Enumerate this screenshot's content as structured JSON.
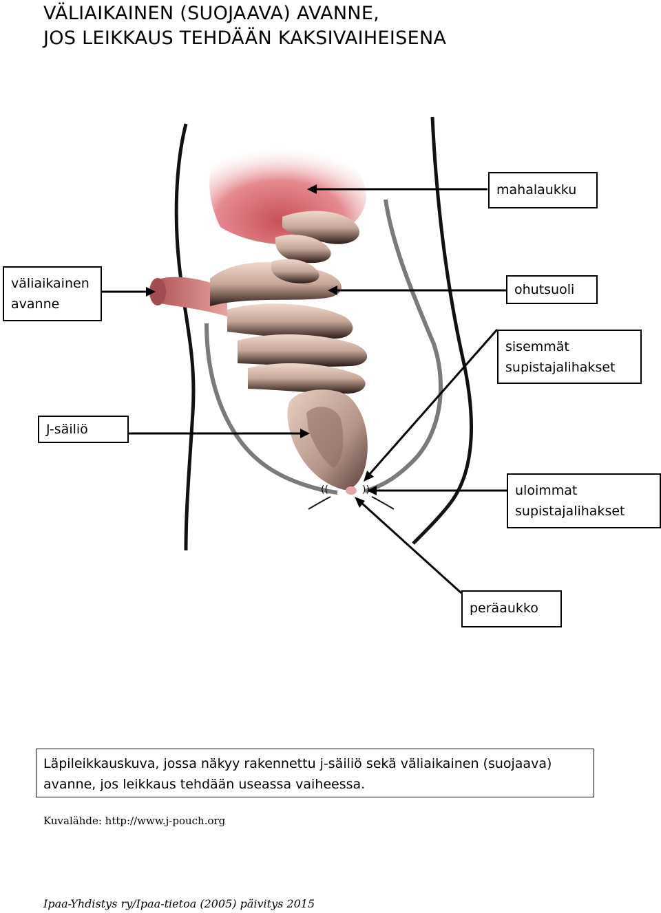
{
  "title": {
    "line1": "VÄLIAIKAINEN (SUOJAAVA) AVANNE,",
    "line2": "JOS LEIKKAUS TEHDÄÄN KAKSIVAIHEISENA"
  },
  "labels": {
    "mahalaukku": "mahalaukku",
    "valiaikainen_avanne": [
      "väliaikainen",
      "avanne"
    ],
    "ohutsuoli": "ohutsuoli",
    "sisemmat": [
      "sisemmät",
      "supistajalihakset"
    ],
    "j_sailio": "J-säiliö",
    "uloimmat": [
      "uloimmat",
      "supistajalihakset"
    ],
    "peraaukko": "peräaukko"
  },
  "sphincter_marks": {
    "left": "((",
    "right": "))"
  },
  "caption": [
    "Läpileikkauskuva, jossa näkyy rakennettu j-säiliö sekä väliaikainen (suojaava)",
    "avanne, jos leikkaus tehdään useassa vaiheessa."
  ],
  "source": "Kuvalähde: http://www.j-pouch.org",
  "footer": "Ipaa-Yhdistys ry/Ipaa-tietoa (2005) päivitys 2015"
}
